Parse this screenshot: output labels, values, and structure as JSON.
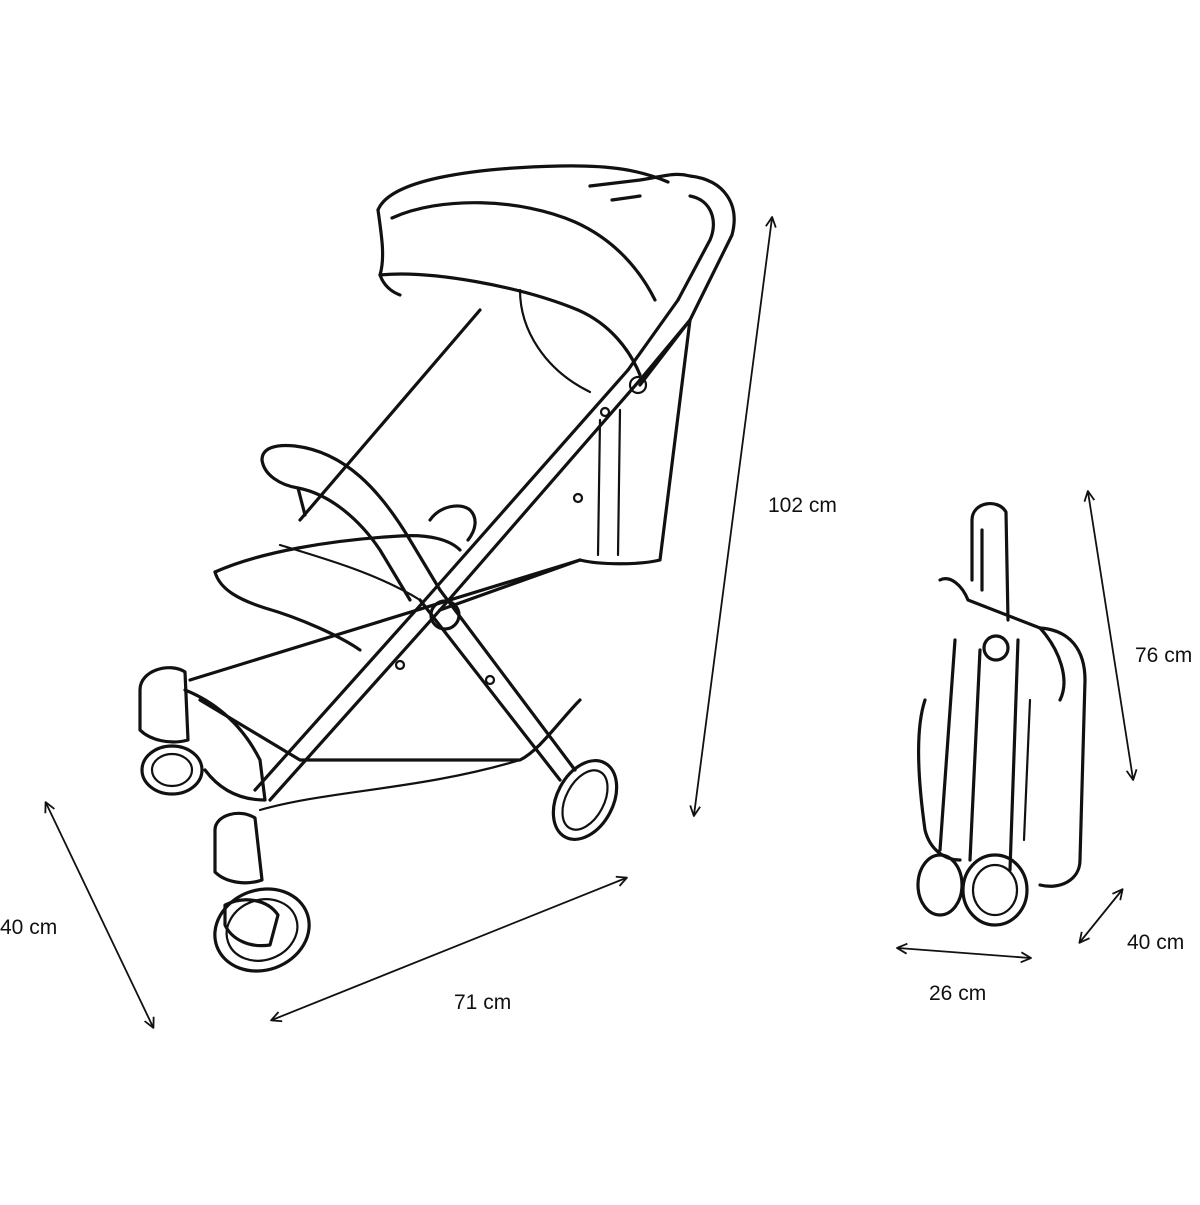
{
  "dimensions": {
    "unfolded_height": "102 cm",
    "unfolded_depth": "71 cm",
    "unfolded_width": "40 cm",
    "folded_height": "76 cm",
    "folded_width": "26 cm",
    "folded_depth": "40 cm"
  },
  "colors": {
    "line": "#111111",
    "background": "#ffffff"
  }
}
